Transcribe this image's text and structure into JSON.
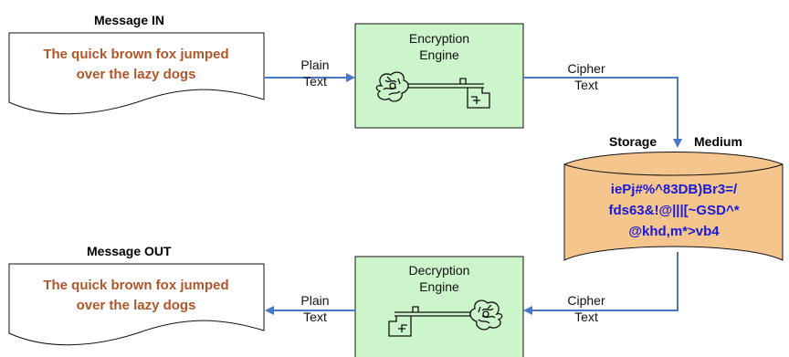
{
  "message_in": {
    "heading": "Message IN",
    "line1": "The quick brown fox jumped",
    "line2": "over the lazy dogs"
  },
  "message_out": {
    "heading": "Message OUT",
    "line1": "The quick brown fox jumped",
    "line2": "over the lazy dogs"
  },
  "encryption_engine": {
    "line1": "Encryption",
    "line2": "Engine",
    "icon": "key-icon"
  },
  "decryption_engine": {
    "line1": "Decryption",
    "line2": "Engine",
    "icon": "key-icon"
  },
  "plain_text_in": {
    "line1": "Plain",
    "line2": "Text"
  },
  "plain_text_out": {
    "line1": "Plain",
    "line2": "Text"
  },
  "cipher_text_top": {
    "line1": "Cipher",
    "line2": "Text"
  },
  "cipher_text_bottom": {
    "line1": "Cipher",
    "line2": "Text"
  },
  "storage": {
    "label_left": "Storage",
    "label_right": "Medium",
    "line1": "iePj#%^83DB)Br3=/",
    "line2": "fds63&!@|||[~GSD^*",
    "line3": "@khd,m*>vb4"
  },
  "colors": {
    "engine_fill": "#ccf5cc",
    "storage_fill": "#f5c58e",
    "arrow": "#4a78c8",
    "message_text": "#b0562a",
    "cipher_text": "#1a1ad6"
  }
}
